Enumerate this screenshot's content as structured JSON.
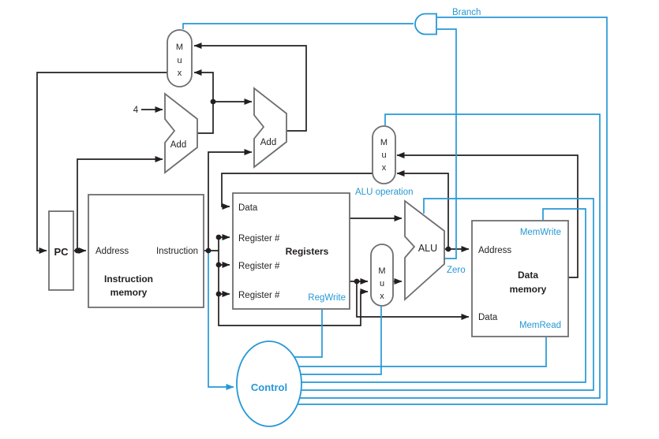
{
  "figure": {
    "labels": {
      "pc": "PC",
      "const_four": "4",
      "add": "Add",
      "alu": "ALU",
      "mux_letters": {
        "l1": "M",
        "l2": "u",
        "l3": "x"
      },
      "control": "Control"
    },
    "instruction_memory": {
      "title_line1": "Instruction",
      "title_line2": "memory",
      "port_address": "Address",
      "port_instruction": "Instruction"
    },
    "registers": {
      "title": "Registers",
      "port_data": "Data",
      "port_register": "Register #",
      "signal_regwrite": "RegWrite"
    },
    "data_memory": {
      "title_line1": "Data",
      "title_line2": "memory",
      "port_address": "Address",
      "port_data": "Data",
      "signal_memwrite": "MemWrite",
      "signal_memread": "MemRead"
    },
    "signals": {
      "branch": "Branch",
      "zero": "Zero",
      "alu_operation": "ALU operation"
    },
    "colors": {
      "wire": "#231f20",
      "block_outline": "#6d6e71",
      "accent_blue": "#2598d5",
      "background": "#ffffff",
      "text": "#231f20"
    }
  }
}
